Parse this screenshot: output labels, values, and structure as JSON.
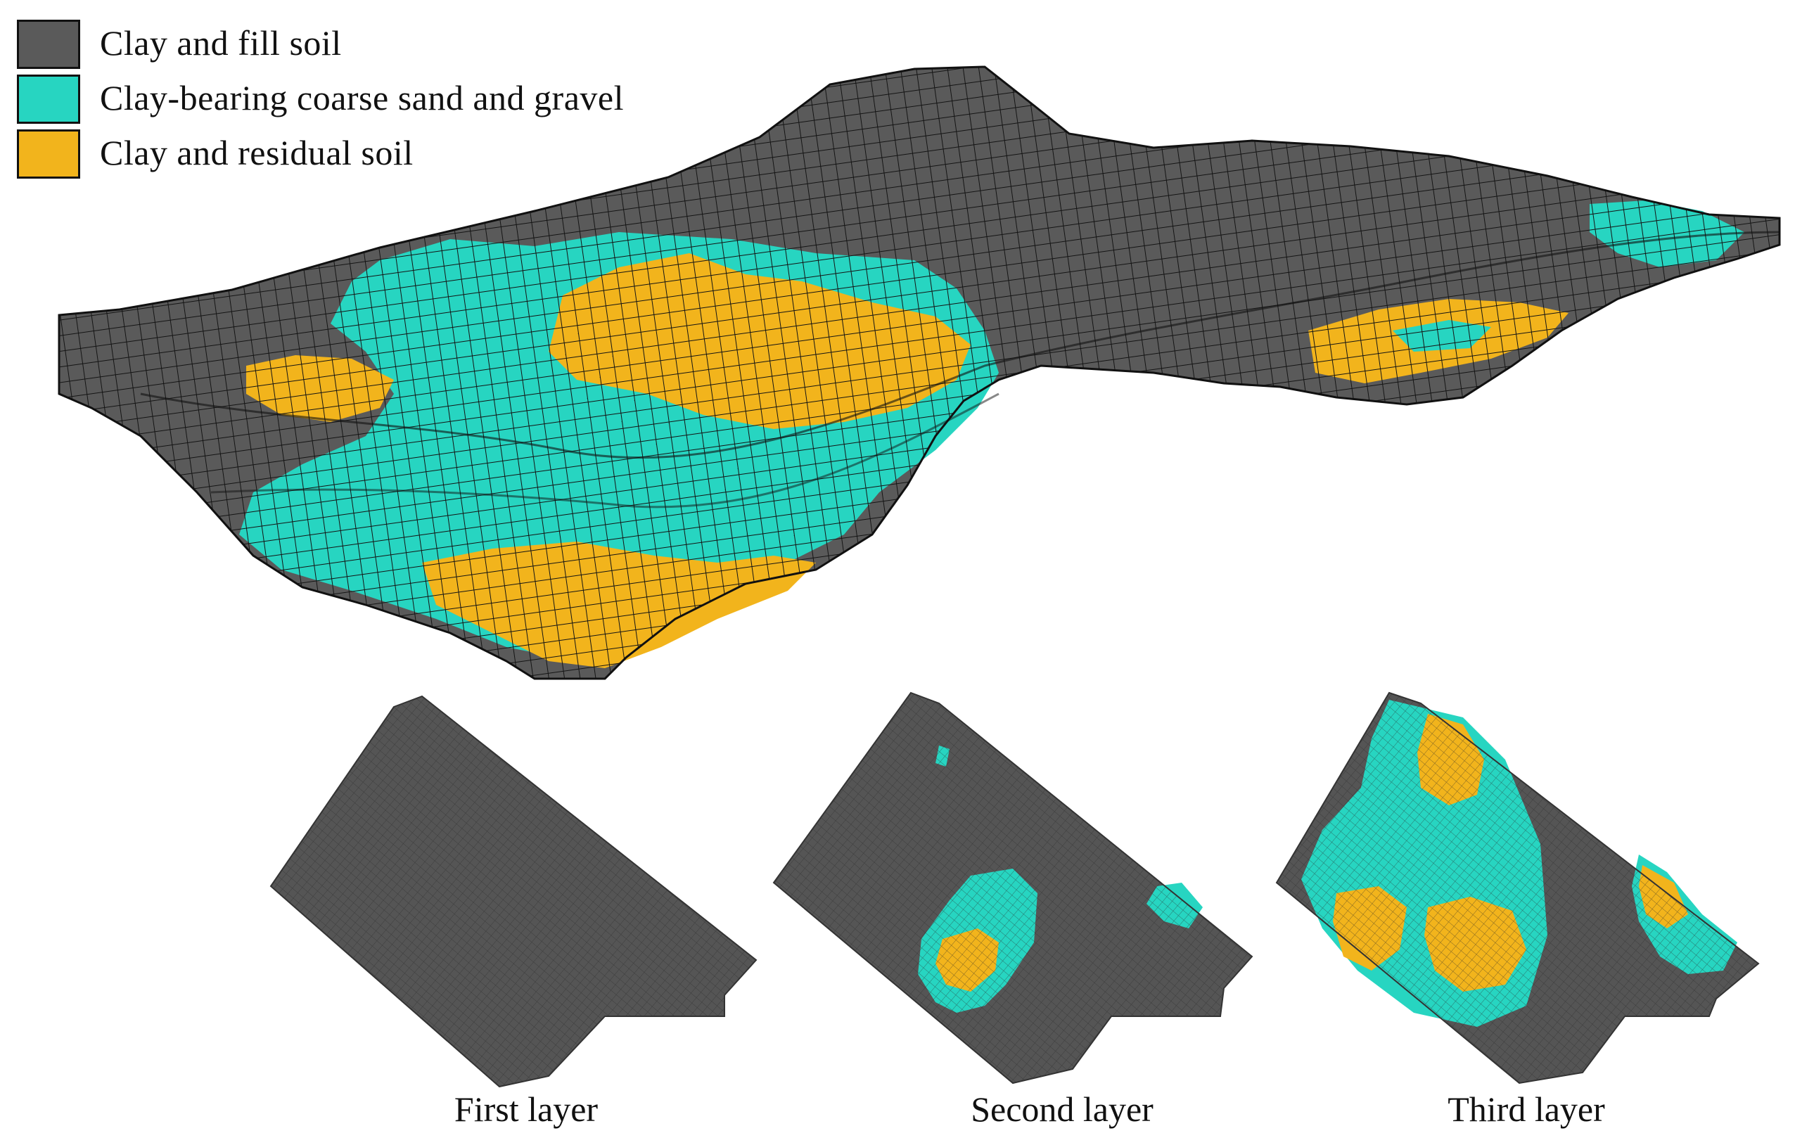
{
  "legend": [
    {
      "label": "Clay and fill soil",
      "color": "#5a5a5a"
    },
    {
      "label": "Clay-bearing coarse sand and gravel",
      "color": "#27d5c1"
    },
    {
      "label": "Clay and residual soil",
      "color": "#f2b41c"
    }
  ],
  "layers": [
    {
      "caption": "First layer"
    },
    {
      "caption": "Second layer"
    },
    {
      "caption": "Third layer"
    }
  ]
}
